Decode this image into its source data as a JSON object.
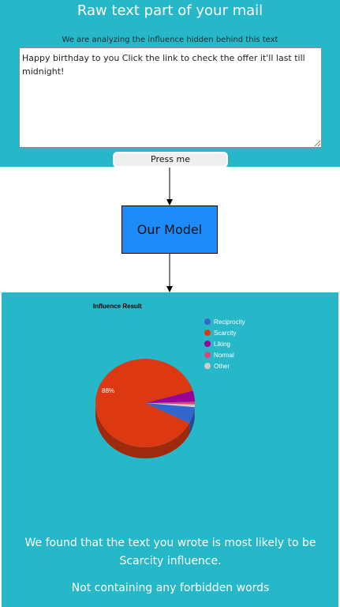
{
  "input_section": {
    "title": "Raw text part of your mail",
    "subtitle": "We are analyzing the influence hidden behind this text",
    "textarea_value": "Happy birthday to you Click the link to check the offer it'll last till midnight!",
    "button_label": "Press me",
    "background_color": "#26b7c9"
  },
  "model_box": {
    "label": "Our Model",
    "color": "#1e8cf8"
  },
  "chart_data": {
    "type": "pie",
    "title": "Influence Result",
    "categories": [
      "Reciprocity",
      "Scarcity",
      "Liking",
      "Normal",
      "Other"
    ],
    "values": [
      6,
      88,
      4,
      1,
      1
    ],
    "colors": [
      "#3366cc",
      "#dc3912",
      "#990099",
      "#dd4477",
      "#cccccc"
    ],
    "data_labels": [
      "",
      "88%",
      "",
      "",
      ""
    ],
    "legend_position": "right",
    "is3D": true
  },
  "result": {
    "line": "We found that the text you wrote is most likely to be Scarcity influence.",
    "forbidden": "Not containing any forbidden words"
  }
}
